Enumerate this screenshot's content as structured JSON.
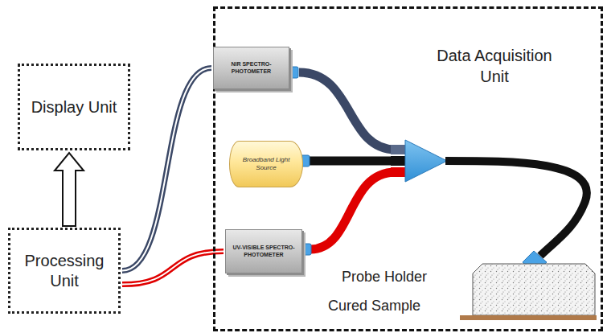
{
  "diagram": {
    "nodes": [
      {
        "text": [
          "Display Unit"
        ]
      },
      {
        "text": [
          "Data Acquisition Unit"
        ]
      },
      {
        "text": [
          "NIR SPECTRO-PHOTOMETER"
        ],
        "in": 1
      },
      {
        "text": [
          "Broadband Light Source"
        ],
        "in": 1
      },
      {
        "text": [
          "UV-VISIBLE SPECTRO-PHOTOMETER"
        ],
        "in": 1
      },
      {
        "text": [
          "Processing Unit"
        ]
      }
    ],
    "edges": [
      {
        "from": 5,
        "to": 0,
        "arrow": "to"
      },
      {
        "from": 5,
        "to": 2,
        "arrow": "none"
      },
      {
        "from": 5,
        "to": 4,
        "arrow": "none"
      }
    ],
    "labels": [
      "Probe Holder",
      "Cured Sample"
    ]
  }
}
